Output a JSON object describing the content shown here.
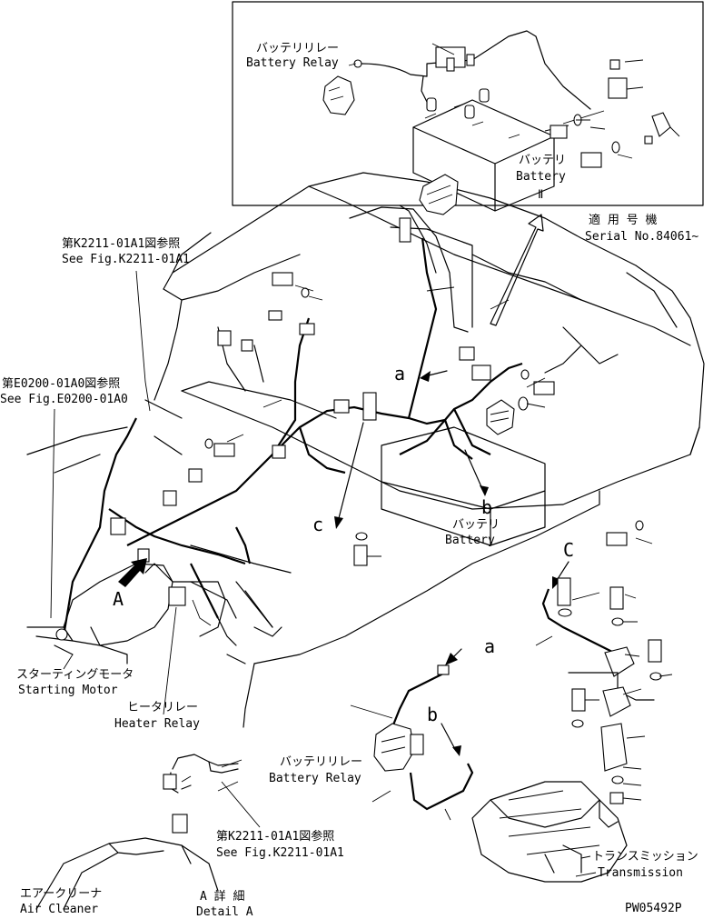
{
  "labels": {
    "battery_relay_jp_top": "バッテリリレー",
    "battery_relay_en_top": "Battery Relay",
    "battery_jp_top": "バッテリ",
    "battery_en_top": "Battery",
    "roman_two": "Ⅱ",
    "serial_jp": "適 用 号 機",
    "serial_en": "Serial No.84061~",
    "ref_k2211_jp_top": "第K2211-01A1図参照",
    "ref_k2211_en_top": "See Fig.K2211-01A1",
    "ref_e0200_jp": "第E0200-01A0図参照",
    "ref_e0200_en": "See Fig.E0200-01A0",
    "battery_jp_mid": "バッテリ",
    "battery_en_mid": "Battery",
    "starting_motor_jp": "スターティングモータ",
    "starting_motor_en": "Starting Motor",
    "heater_relay_jp": "ヒータリレー",
    "heater_relay_en": "Heater Relay",
    "battery_relay_jp_bot": "バッテリリレー",
    "battery_relay_en_bot": "Battery Relay",
    "ref_k2211_jp_bot": "第K2211-01A1図参照",
    "ref_k2211_en_bot": "See Fig.K2211-01A1",
    "air_cleaner_jp": "エアークリーナ",
    "air_cleaner_en": "Air Cleaner",
    "detail_jp": "A 詳 細",
    "detail_en": "Detail A",
    "transmission_jp": "トランスミッション",
    "transmission_en": "Transmission",
    "part_code": "PW05492P"
  },
  "callouts": {
    "a": "a",
    "b": "b",
    "c": "c",
    "a_detail": "a",
    "b_detail": "b",
    "c_detail": "C",
    "view_A": "A",
    "view_A_detail": "A"
  }
}
